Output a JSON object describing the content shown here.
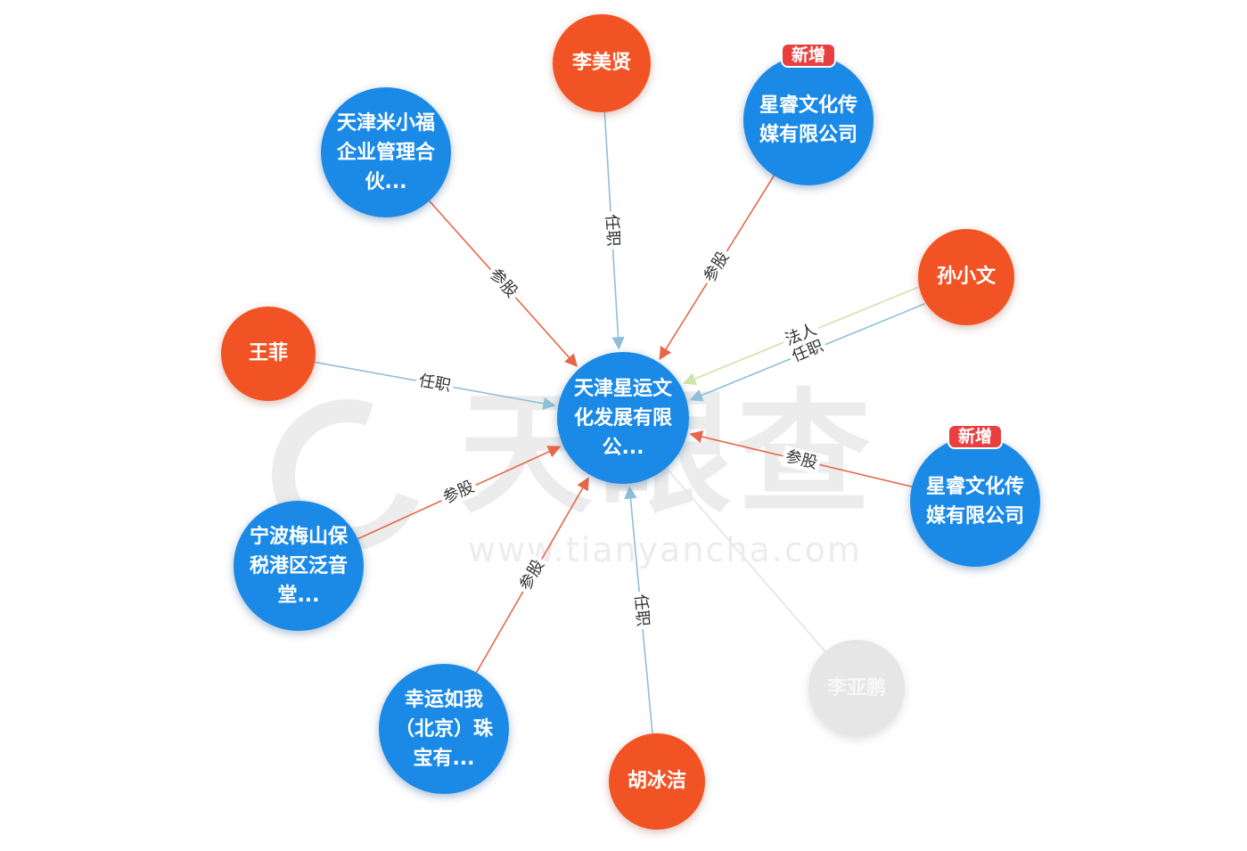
{
  "watermark": {
    "brand": "天眼查",
    "url": "www.tianyancha.com"
  },
  "colors": {
    "company": "#1b8ae6",
    "person": "#f25324",
    "inactive": "#e6e6e6",
    "invest_edge": "#e8674b",
    "role_edge": "#8fbfd6",
    "legal_edge": "#cfe3a8",
    "faded_edge": "#e8e8e8",
    "badge": "#ea3f3f"
  },
  "nodes": {
    "center": {
      "label": "天津星运文化发展有限公...",
      "type": "company"
    },
    "tj_mxf": {
      "label": "天津米小福企业管理合伙...",
      "type": "company"
    },
    "li_meixian": {
      "label": "李美贤",
      "type": "person"
    },
    "xingrui_top": {
      "label": "星睿文化传媒有限公司",
      "type": "company",
      "badge": "新增"
    },
    "sun_xiaowen": {
      "label": "孙小文",
      "type": "person"
    },
    "wang_fei": {
      "label": "王菲",
      "type": "person"
    },
    "xingrui_right": {
      "label": "星睿文化传媒有限公司",
      "type": "company",
      "badge": "新增"
    },
    "ningbo": {
      "label": "宁波梅山保税港区泛音堂...",
      "type": "company"
    },
    "xingyun_bj": {
      "label": "幸运如我（北京）珠宝有...",
      "type": "company"
    },
    "hu_bingjie": {
      "label": "胡冰洁",
      "type": "person"
    },
    "li_yapeng": {
      "label": "李亚鹏",
      "type": "inactive"
    }
  },
  "edges": [
    {
      "from": "tj_mxf",
      "to": "center",
      "label": "参股",
      "kind": "invest"
    },
    {
      "from": "li_meixian",
      "to": "center",
      "label": "任职",
      "kind": "role"
    },
    {
      "from": "xingrui_top",
      "to": "center",
      "label": "参股",
      "kind": "invest"
    },
    {
      "from": "sun_xiaowen",
      "to": "center",
      "label": "任职",
      "kind": "role"
    },
    {
      "from": "sun_xiaowen",
      "to": "center",
      "label": "法人",
      "kind": "legal"
    },
    {
      "from": "wang_fei",
      "to": "center",
      "label": "任职",
      "kind": "role"
    },
    {
      "from": "xingrui_right",
      "to": "center",
      "label": "参股",
      "kind": "invest"
    },
    {
      "from": "ningbo",
      "to": "center",
      "label": "参股",
      "kind": "invest"
    },
    {
      "from": "xingyun_bj",
      "to": "center",
      "label": "参股",
      "kind": "invest"
    },
    {
      "from": "hu_bingjie",
      "to": "center",
      "label": "任职",
      "kind": "role"
    },
    {
      "from": "li_yapeng",
      "to": "center",
      "label": "",
      "kind": "faded"
    }
  ]
}
